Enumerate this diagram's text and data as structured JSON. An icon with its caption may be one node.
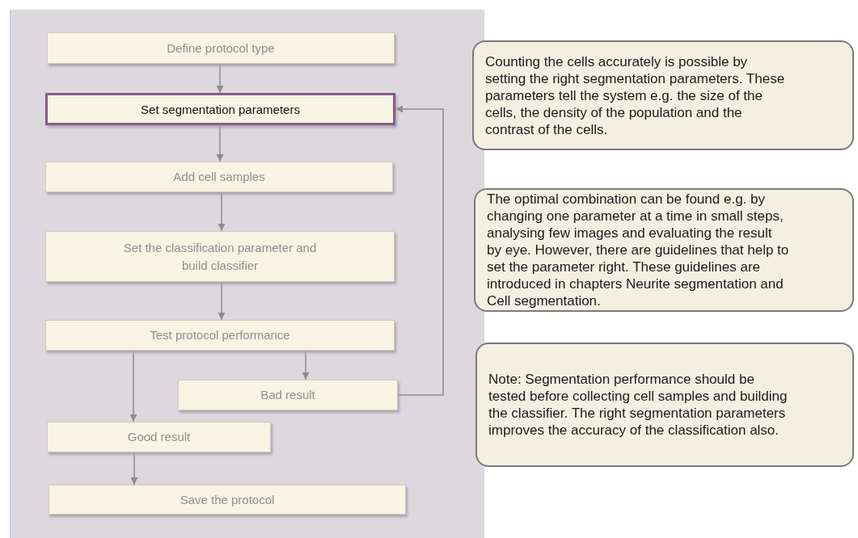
{
  "diagram": {
    "nodes": [
      {
        "text": [
          "Define protocol type"
        ]
      },
      {
        "text": [
          "Set segmentation parameters"
        ]
      },
      {
        "text": [
          "Add cell samples"
        ]
      },
      {
        "text": [
          "Set the classification parameter and build classifier"
        ]
      },
      {
        "text": [
          "Test protocol performance"
        ]
      },
      {
        "text": [
          "Bad result"
        ]
      },
      {
        "text": [
          "Good result"
        ]
      },
      {
        "text": [
          "Save the protocol"
        ]
      },
      {
        "text": [
          "Counting the cells accurately is possible by setting the right segmentation parameters. These parameters tell the system e.g. the size of the cells, the density of the population and the contrast of the cells."
        ]
      },
      {
        "text": [
          "The optimal combination can be found e.g. by changing one parameter at a time in small steps, analysing few images and evaluating the result by eye. However, there are guidelines that help to set the parameter right. These guidelines are introduced in chapters Neurite segmentation and Cell segmentation."
        ]
      },
      {
        "text": [
          "Note: Segmentation performance should be tested before collecting cell samples and building the classifier. The right segmentation parameters improves the accuracy of the classification also."
        ]
      }
    ],
    "edges": [
      {
        "from": 0,
        "to": 1,
        "arrow": "to"
      },
      {
        "from": 1,
        "to": 2,
        "arrow": "to"
      },
      {
        "from": 2,
        "to": 3,
        "arrow": "to"
      },
      {
        "from": 3,
        "to": 4,
        "arrow": "to"
      },
      {
        "from": 4,
        "to": 6,
        "arrow": "to"
      },
      {
        "from": 4,
        "to": 5,
        "arrow": "to"
      },
      {
        "from": 5,
        "to": 1,
        "arrow": "to"
      },
      {
        "from": 6,
        "to": 7,
        "arrow": "to"
      }
    ]
  }
}
